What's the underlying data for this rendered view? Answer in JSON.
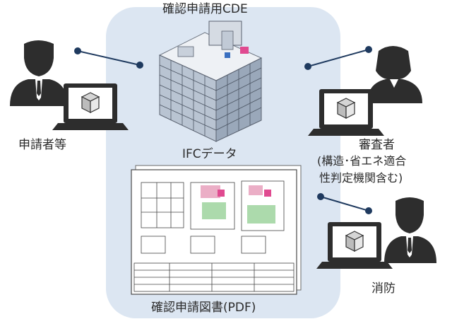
{
  "diagram": {
    "cde_title": "確認申請用CDE",
    "ifc_label": "IFCデータ",
    "pdf_label": "確認申請図書(PDF)",
    "applicant": {
      "label": "申請者等"
    },
    "examiner": {
      "label": "審査者",
      "sub_line1": "(構造･省エネ適合",
      "sub_line2": "性判定機関含む)"
    },
    "fire": {
      "label": "消防"
    }
  },
  "colors": {
    "cde_background": "#dce6f2",
    "connector": "#1f3a5f",
    "person": "#2d2d2d",
    "laptop": "#2d2d2d"
  },
  "icons": [
    "person-icon",
    "laptop-icon",
    "building-model-icon",
    "drawing-sheet-icon"
  ]
}
